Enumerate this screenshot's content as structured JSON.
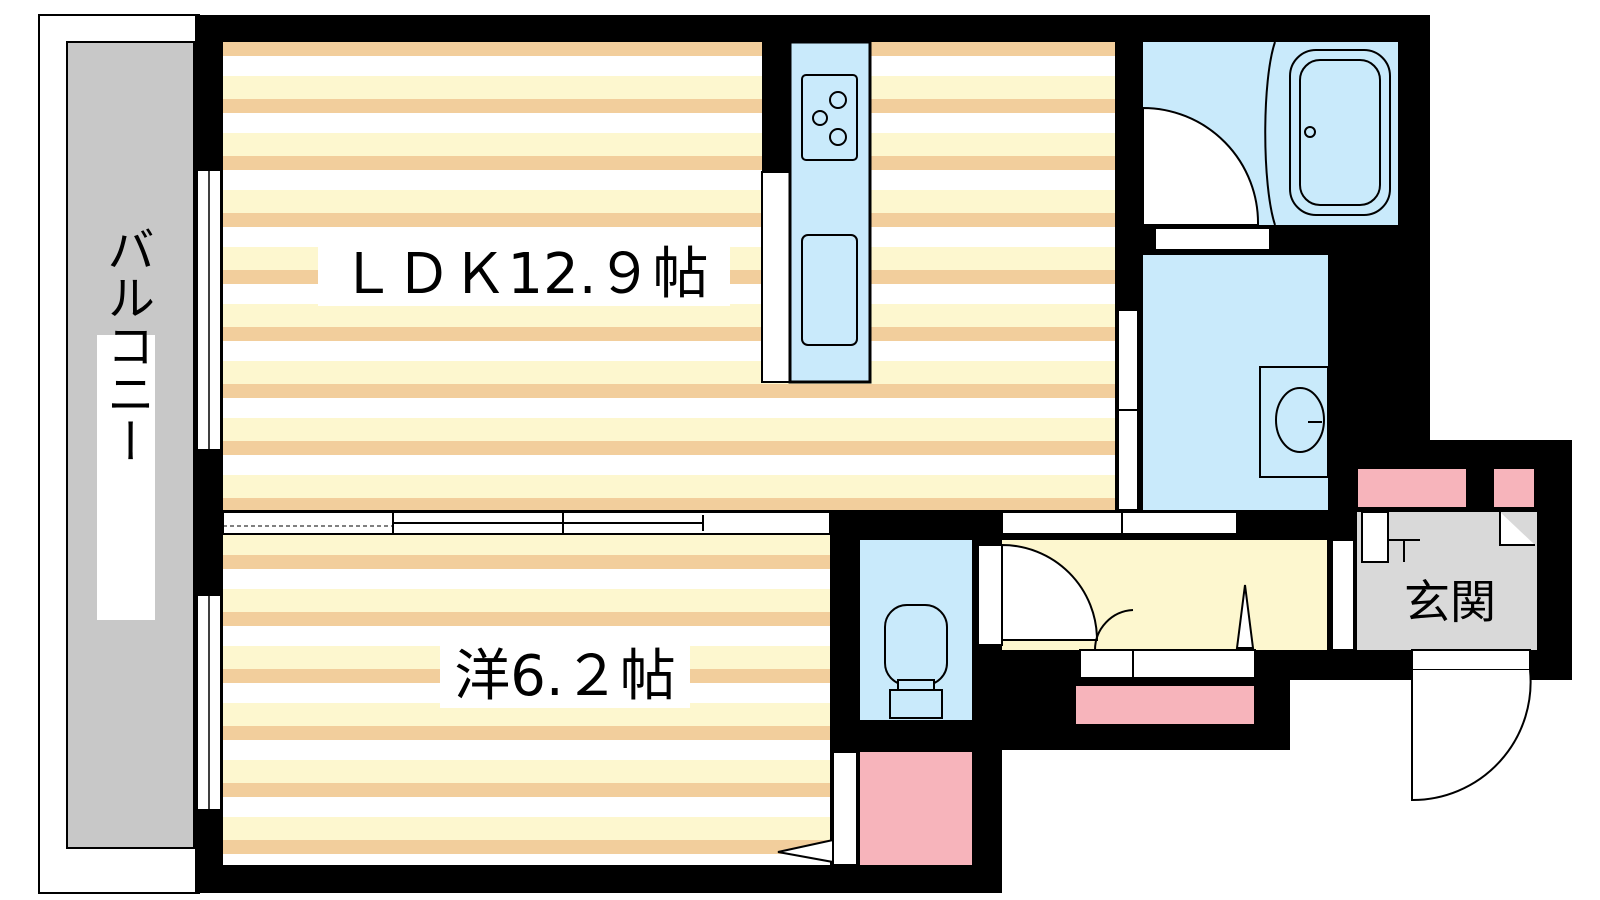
{
  "rooms": {
    "ldk": {
      "label": "ＬＤＫ12.９帖"
    },
    "western": {
      "label": "洋6.２帖"
    },
    "entrance": {
      "label": "玄関"
    },
    "balcony": {
      "label": "バルコニー"
    }
  },
  "colors": {
    "wall": "#000000",
    "floor_light": "#fdf7cf",
    "floor_stripe": "#f2ce9c",
    "water_area": "#c9eafb",
    "storage": "#f7b4bb",
    "entrance_floor": "#d9d9d9",
    "balcony": "#c8c8c8",
    "hall_floor": "#fdf7cf"
  }
}
